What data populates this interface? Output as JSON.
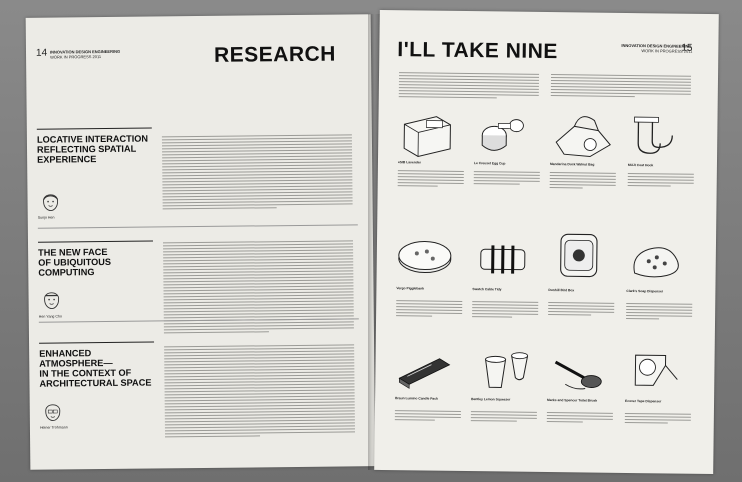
{
  "left_page": {
    "page_number": "14",
    "header_line1": "INNOVATION DESIGN ENGINEERING",
    "header_line2": "WORK IN PROGRESS 2011",
    "title": "RESEARCH",
    "sections": [
      {
        "heading": "LOCATIVE INTERACTION\nREFLECTING SPATIAL\nEXPERIENCE",
        "author": "Sunjo Hen"
      },
      {
        "heading": "THE NEW FACE\nOF UBIQUITOUS\nCOMPUTING",
        "author": "Hen Yang Cho"
      },
      {
        "heading": "ENHANCED\nATMOSPHERE—\nIN THE CONTEXT OF\nARCHITECTURAL SPACE",
        "author": "Heiner Trohmann"
      }
    ]
  },
  "right_page": {
    "page_number": "15",
    "header_line1": "INNOVATION DESIGN ENGINEERING",
    "header_line2": "WORK IN PROGRESS 2011",
    "title": "I'LL TAKE NINE",
    "products": [
      {
        "name": "eSIB Lavender"
      },
      {
        "name": "Le Creuset Egg Cup"
      },
      {
        "name": "Mandarina Duck Walnut Bag"
      },
      {
        "name": "MUJI Coat Hook"
      },
      {
        "name": "Vergo Pigglebank"
      },
      {
        "name": "Swatch Cable Tidy"
      },
      {
        "name": "Dunhill Bird Box"
      },
      {
        "name": "Clark's Soap Dispenser"
      },
      {
        "name": "Braun Lumino Candle Pack"
      },
      {
        "name": "Bentley Lemon Squeezer"
      },
      {
        "name": "Marks and Spencer Toilet Brush"
      },
      {
        "name": "Ecover Tape Dispenser"
      }
    ]
  }
}
